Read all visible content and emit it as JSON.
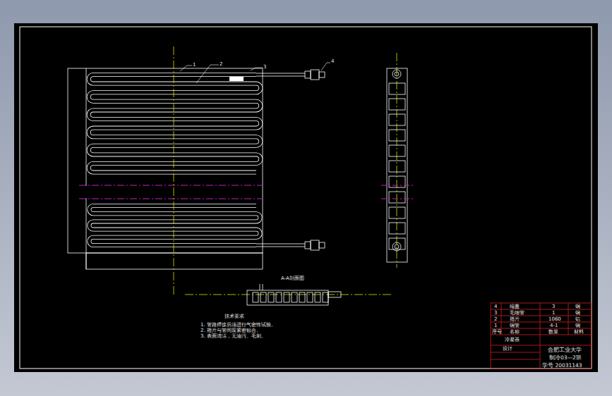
{
  "diagram": {
    "labels": [
      "1",
      "2",
      "3",
      "4",
      "A-A剖面图",
      "技术要求",
      "1. 管路焊接后须进行气密性试验。",
      "2. 翅片与管间应紧密贴合。",
      "3. 表面清洁，无油污、毛刺。",
      "4",
      "端盖",
      "3",
      "铜",
      "3",
      "毛细管",
      "1",
      "铜",
      "2",
      "翅片",
      "1060",
      "铝",
      "1",
      "铜管",
      "4-1",
      "铜",
      "序号",
      "名称",
      "数量",
      "材料",
      "冷凝器",
      "设计",
      "合肥工业大学",
      "制冷03—2班",
      "学号 20031143"
    ]
  }
}
